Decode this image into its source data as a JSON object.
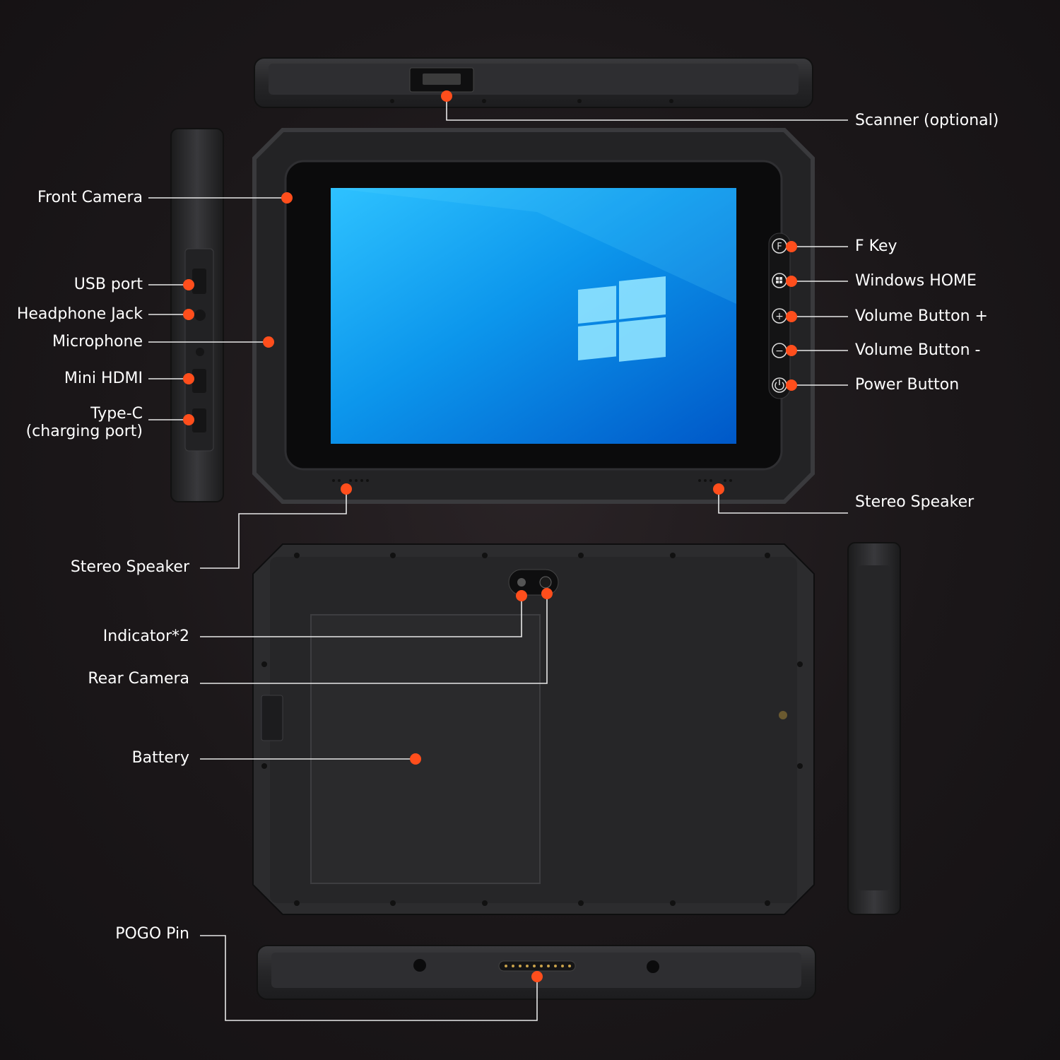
{
  "colors": {
    "background": "#1b1719",
    "marker": "#ff4e1c",
    "leader_line": "#e8e8e8",
    "label_text": "#ffffff",
    "screen_blue": "#0a8fe8",
    "device_body": "#2b2b2d"
  },
  "icons": {
    "f_key": "F",
    "windows_home": "windows-logo-icon",
    "volume_up": "+",
    "volume_down": "−",
    "power": "power-icon"
  },
  "labels": {
    "scanner": "Scanner (optional)",
    "front_camera": "Front Camera",
    "usb_port": "USB port",
    "headphone_jack": "Headphone Jack",
    "microphone": "Microphone",
    "mini_hdmi": "Mini HDMI",
    "type_c_line1": "Type-C",
    "type_c_line2": "(charging port)",
    "f_key": "F Key",
    "windows_home": "Windows HOME",
    "volume_up": "Volume Button +",
    "volume_down": "Volume Button -",
    "power_button": "Power Button",
    "stereo_speaker_right": "Stereo Speaker",
    "stereo_speaker_left": "Stereo Speaker",
    "indicator": "Indicator*2",
    "rear_camera": "Rear Camera",
    "battery": "Battery",
    "pogo_pin": "POGO Pin"
  }
}
